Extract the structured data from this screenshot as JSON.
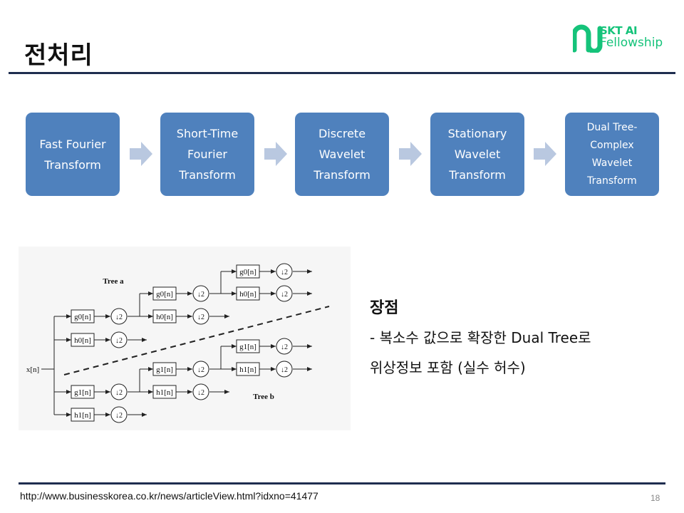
{
  "title": "전처리",
  "logo": {
    "top": "SKT AI",
    "bottom": "Fellowship"
  },
  "colors": {
    "accent": "#4f81bd",
    "arrow": "#b9c8e0",
    "rule": "#1f2d4f",
    "logo": "#15c37a"
  },
  "steps": [
    {
      "label": "Fast Fourier\nTransform"
    },
    {
      "label": "Short-Time\nFourier\nTransform"
    },
    {
      "label": "Discrete\nWavelet\nTransform"
    },
    {
      "label": "Stationary\nWavelet\nTransform"
    },
    {
      "label": "Dual Tree-\nComplex\nWavelet\nTransform"
    }
  ],
  "diagram": {
    "input": "x[n]",
    "tree_a": "Tree a",
    "tree_b": "Tree b",
    "g0": "g0[n]",
    "h0": "h0[n]",
    "g1": "g1[n]",
    "h1": "h1[n]",
    "down": "↓2"
  },
  "advantages": {
    "title": "장점",
    "line1": "- 복소수 값으로 확장한 Dual Tree로",
    "line2": "위상정보 포함 (실수 허수)"
  },
  "footer": {
    "source": "http://www.businesskorea.co.kr/news/articleView.html?idxno=41477",
    "page": "18"
  }
}
